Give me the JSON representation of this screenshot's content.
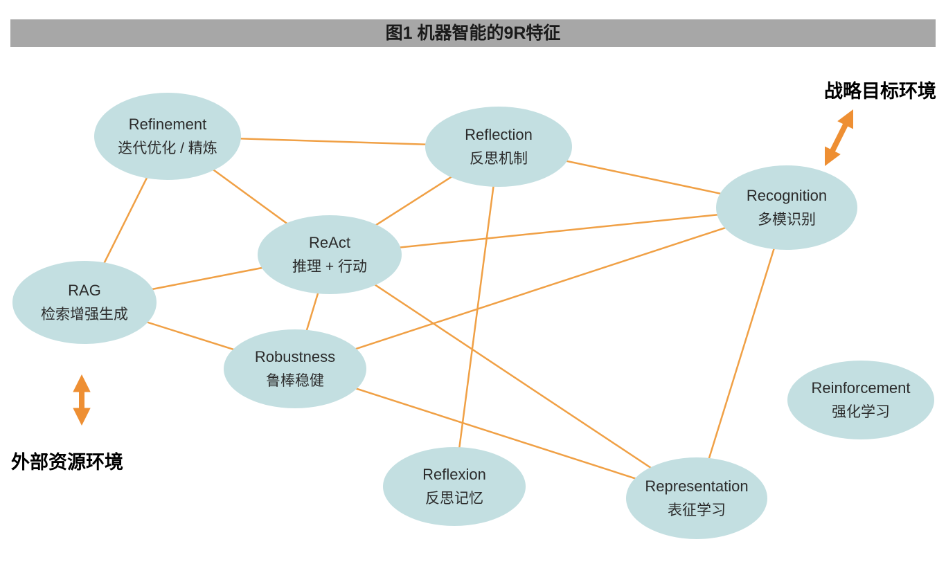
{
  "title_bar": {
    "text": "图1 机器智能的9R特征"
  },
  "annotations": {
    "top_right": "战略目标环境",
    "bottom_left": "外部资源环境"
  },
  "colors": {
    "background": "#ffffff",
    "title_bar_bg": "#a7a7a7",
    "title_text": "#1a1a1a",
    "node_fill": "#c3dfe1",
    "node_text": "#2b2b2b",
    "edge": "#f0a045",
    "arrow": "#ee8f33",
    "annotation_text": "#000000"
  },
  "graph": {
    "nodes": [
      {
        "id": "refinement",
        "en": "Refinement",
        "zh": "迭代优化 / 精炼"
      },
      {
        "id": "reflection",
        "en": "Reflection",
        "zh": "反思机制"
      },
      {
        "id": "recognition",
        "en": "Recognition",
        "zh": "多模识别"
      },
      {
        "id": "react",
        "en": "ReAct",
        "zh": "推理 + 行动"
      },
      {
        "id": "rag",
        "en": "RAG",
        "zh": "检索增强生成"
      },
      {
        "id": "robustness",
        "en": "Robustness",
        "zh": "鲁棒稳健"
      },
      {
        "id": "reinforcement",
        "en": "Reinforcement",
        "zh": "强化学习"
      },
      {
        "id": "reflexion",
        "en": "Reflexion",
        "zh": "反思记忆"
      },
      {
        "id": "representation",
        "en": "Representation",
        "zh": "表征学习"
      }
    ],
    "edges": [
      [
        "refinement",
        "reflection"
      ],
      [
        "refinement",
        "react"
      ],
      [
        "refinement",
        "rag"
      ],
      [
        "reflection",
        "react"
      ],
      [
        "reflection",
        "recognition"
      ],
      [
        "reflection",
        "reflexion"
      ],
      [
        "react",
        "rag"
      ],
      [
        "react",
        "recognition"
      ],
      [
        "react",
        "robustness"
      ],
      [
        "react",
        "representation"
      ],
      [
        "rag",
        "robustness"
      ],
      [
        "robustness",
        "recognition"
      ],
      [
        "robustness",
        "representation"
      ],
      [
        "recognition",
        "representation"
      ]
    ]
  }
}
